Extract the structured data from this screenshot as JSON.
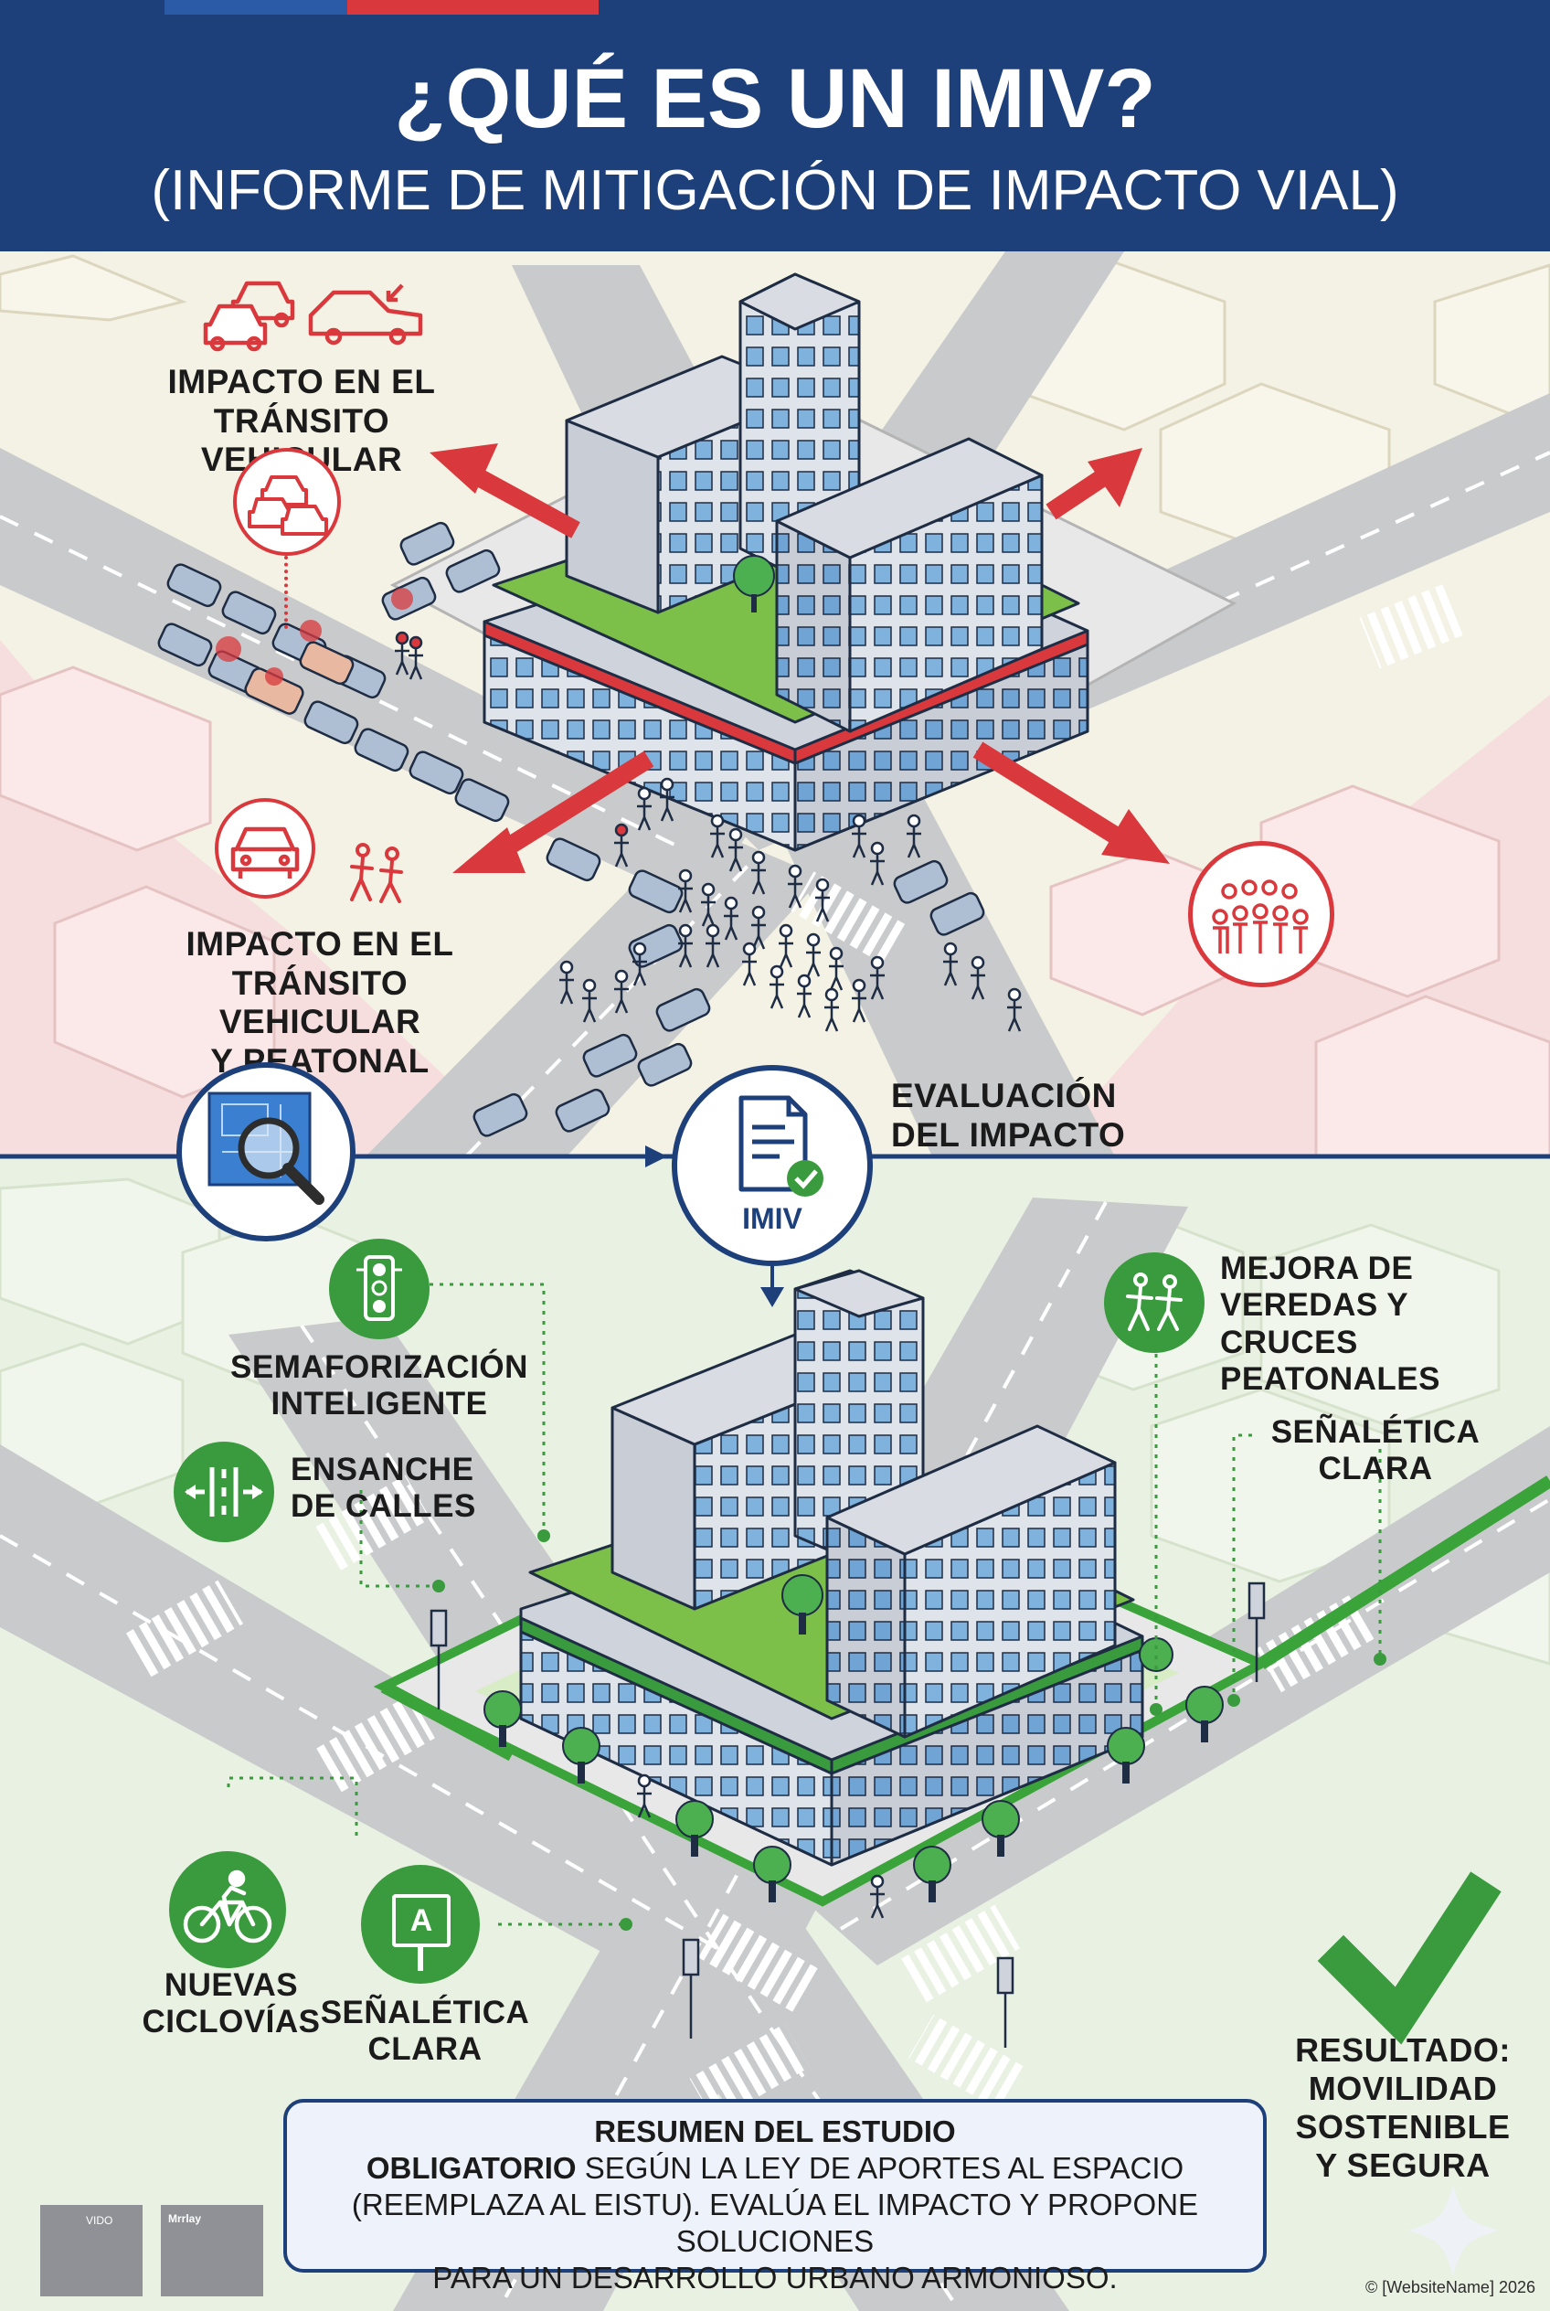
{
  "header": {
    "title": "¿QUÉ ES UN IMIV?",
    "subtitle": "(INFORME DE MITIGACIÓN DE IMPACTO VIAL)"
  },
  "colors": {
    "navy": "#1d3f7a",
    "red": "#d9393d",
    "green": "#3a9a3e",
    "light_green": "#7cc04a",
    "road": "#c9cacc"
  },
  "before": {
    "vehicular_label": [
      "IMPACTO EN EL",
      "TRÁNSITO VEHICULAR"
    ],
    "vehicular_peatonal_label": [
      "IMPACTO EN EL",
      "TRÁNSITO VEHICULAR",
      "Y PEATONAL"
    ],
    "icons": [
      "car-traffic-icon",
      "car-crash-icon",
      "traffic-jam-icon",
      "car-icon",
      "pedestrians-icon",
      "crowd-icon"
    ]
  },
  "evaluation": {
    "label": [
      "EVALUACIÓN",
      "DEL IMPACTO"
    ],
    "badge": "IMIV",
    "icons": [
      "blueprint-magnifier-icon",
      "document-check-icon"
    ]
  },
  "after": {
    "semaforizacion": [
      "SEMAFORIZACIÓN",
      "INTELIGENTE"
    ],
    "ensanche": [
      "ENSANCHE",
      "DE CALLES"
    ],
    "veredas": [
      "MEJORA DE",
      "VEREDAS Y CRUCES",
      "PEATONALES"
    ],
    "senaletica_top": [
      "SEÑALÉTICA",
      "CLARA"
    ],
    "ciclovias": [
      "NUEVAS",
      "CICLOVÍAS"
    ],
    "senaletica_bottom": [
      "SEÑALÉTICA",
      "CLARA"
    ],
    "sign_letter": "A",
    "icons": [
      "traffic-light-icon",
      "widen-road-icon",
      "walking-people-icon",
      "bicycle-icon",
      "sign-icon"
    ]
  },
  "result": [
    "RESULTADO:",
    "MOVILIDAD",
    "SOSTENIBLE",
    "Y SEGURA"
  ],
  "summary": {
    "heading": "RESUMEN DEL ESTUDIO",
    "bold_word": "OBLIGATORIO",
    "line1_rest": " SEGÚN LA LEY DE APORTES AL ESPACIO",
    "line2": "(REEMPLAZA AL EISTU). EVALÚA EL IMPACTO Y PROPONE SOLUCIONES",
    "line3": "PARA UN DESARROLLO URBANO ARMONIOSO."
  },
  "footer": {
    "logo1_text": "VIDO",
    "logo2_text": "Mrrlay",
    "copyright": "© [WebsiteName] 2026"
  }
}
